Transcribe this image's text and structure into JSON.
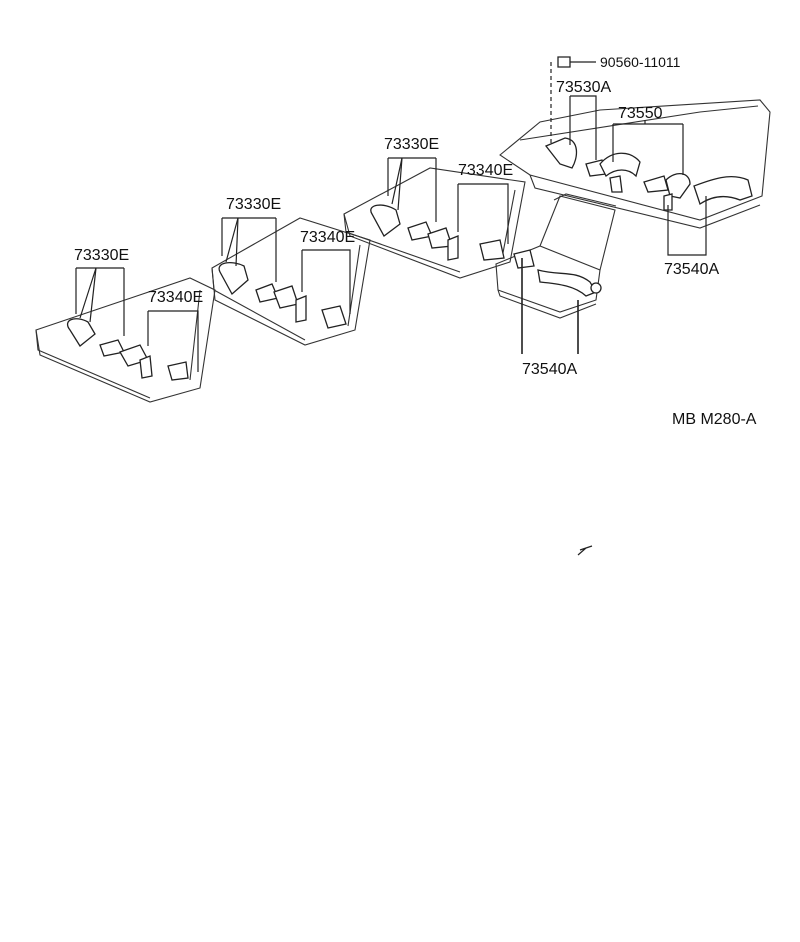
{
  "labels": {
    "part_90560": "90560-11011",
    "part_73530A": "73530A",
    "part_73550": "73550",
    "part_73540A_right": "73540A",
    "part_73540A_center": "73540A",
    "part_73330E_row3": "73330E",
    "part_73340E_row3": "73340E",
    "part_73330E_row2": "73330E",
    "part_73340E_row2": "73340E",
    "part_73330E_row1": "73330E",
    "part_73340E_row1": "73340E",
    "diagram_code": "MB M280-A"
  }
}
